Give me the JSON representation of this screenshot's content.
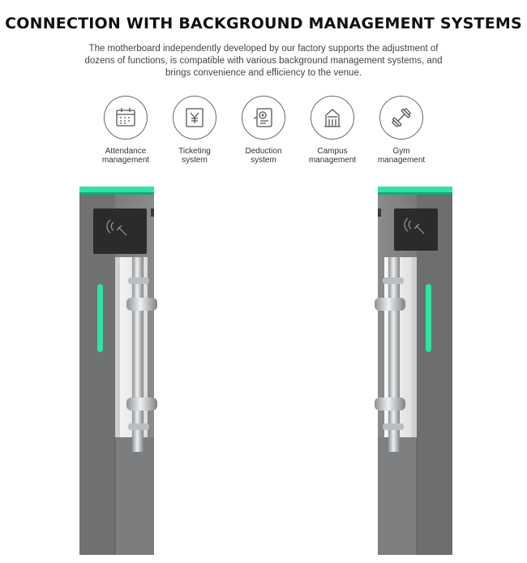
{
  "header": {
    "title": "CONNECTION WITH BACKGROUND MANAGEMENT SYSTEMS",
    "description": "The motherboard independently developed by our factory supports the adjustment of dozens of functions, is compatible with various background management systems, and brings convenience and efficiency to the venue."
  },
  "features": [
    {
      "label": "Attendance\nmanagement",
      "icon": "calendar-icon"
    },
    {
      "label": "Ticketing\nsystem",
      "icon": "yen-ticket-icon"
    },
    {
      "label": "Deduction\nsystem",
      "icon": "deduction-card-icon"
    },
    {
      "label": "Campus\nmanagement",
      "icon": "building-icon"
    },
    {
      "label": "Gym\nmanagement",
      "icon": "dumbbell-icon"
    }
  ],
  "product": {
    "name": "swing barrier turnstile pair",
    "colors": {
      "body": "#7d7e80",
      "body_dark": "#5b5c5e",
      "led": "#2fe3a0",
      "reader": "#2b2b2d",
      "steel": "#b9bcbf"
    }
  }
}
